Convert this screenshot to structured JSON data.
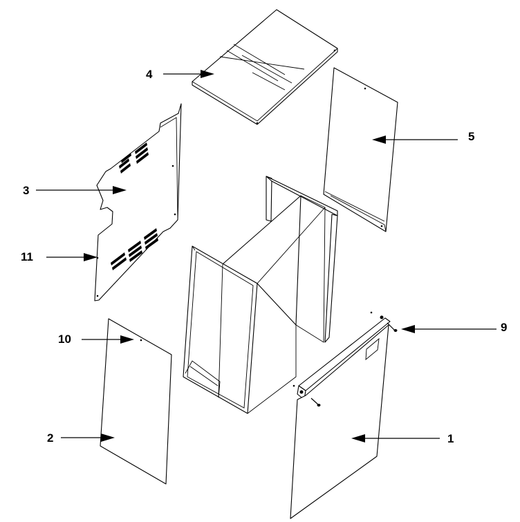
{
  "callouts": {
    "c1": "1",
    "c2": "2",
    "c3": "3",
    "c4": "4",
    "c5": "5",
    "c9": "9",
    "c10": "10",
    "c11": "11"
  }
}
